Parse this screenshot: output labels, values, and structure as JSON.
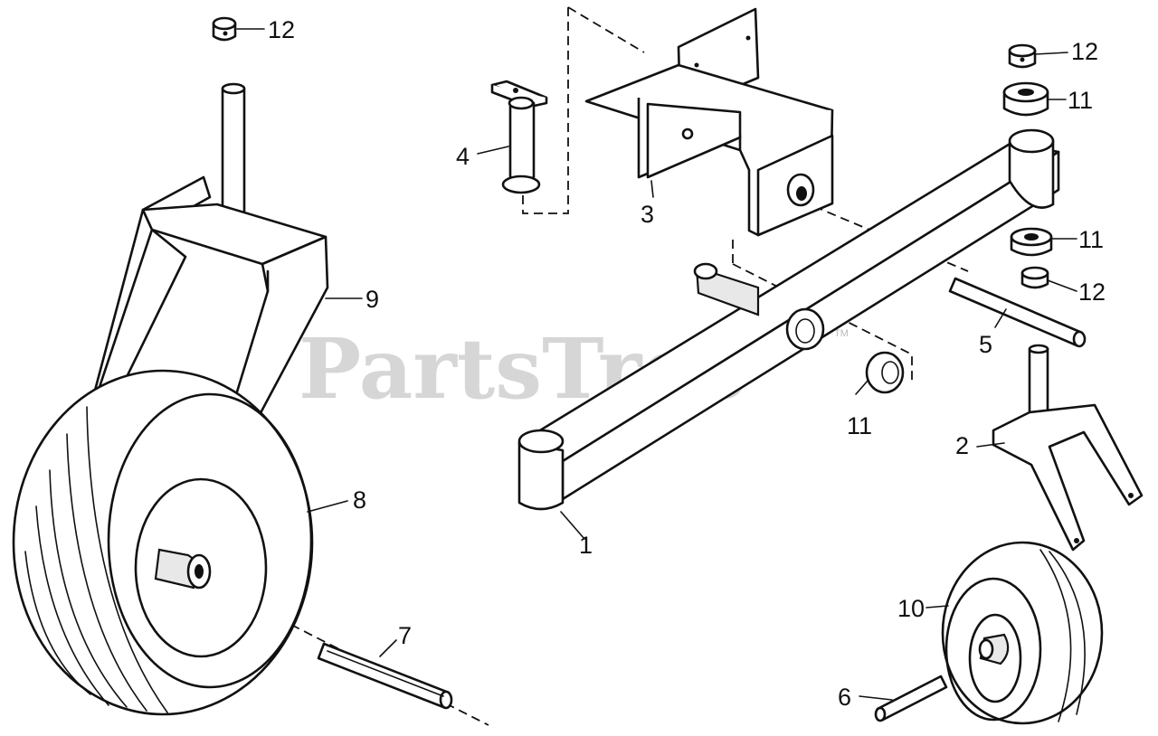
{
  "watermark": {
    "text": "PartsTree",
    "mark": "TM"
  },
  "callouts": {
    "c1": "1",
    "c2": "2",
    "c3": "3",
    "c4": "4",
    "c5": "5",
    "c6": "6",
    "c7": "7",
    "c8": "8",
    "c9": "9",
    "c10": "10",
    "c11a": "11",
    "c11b": "11",
    "c11c": "11",
    "c12a": "12",
    "c12b": "12",
    "c12c": "12"
  }
}
